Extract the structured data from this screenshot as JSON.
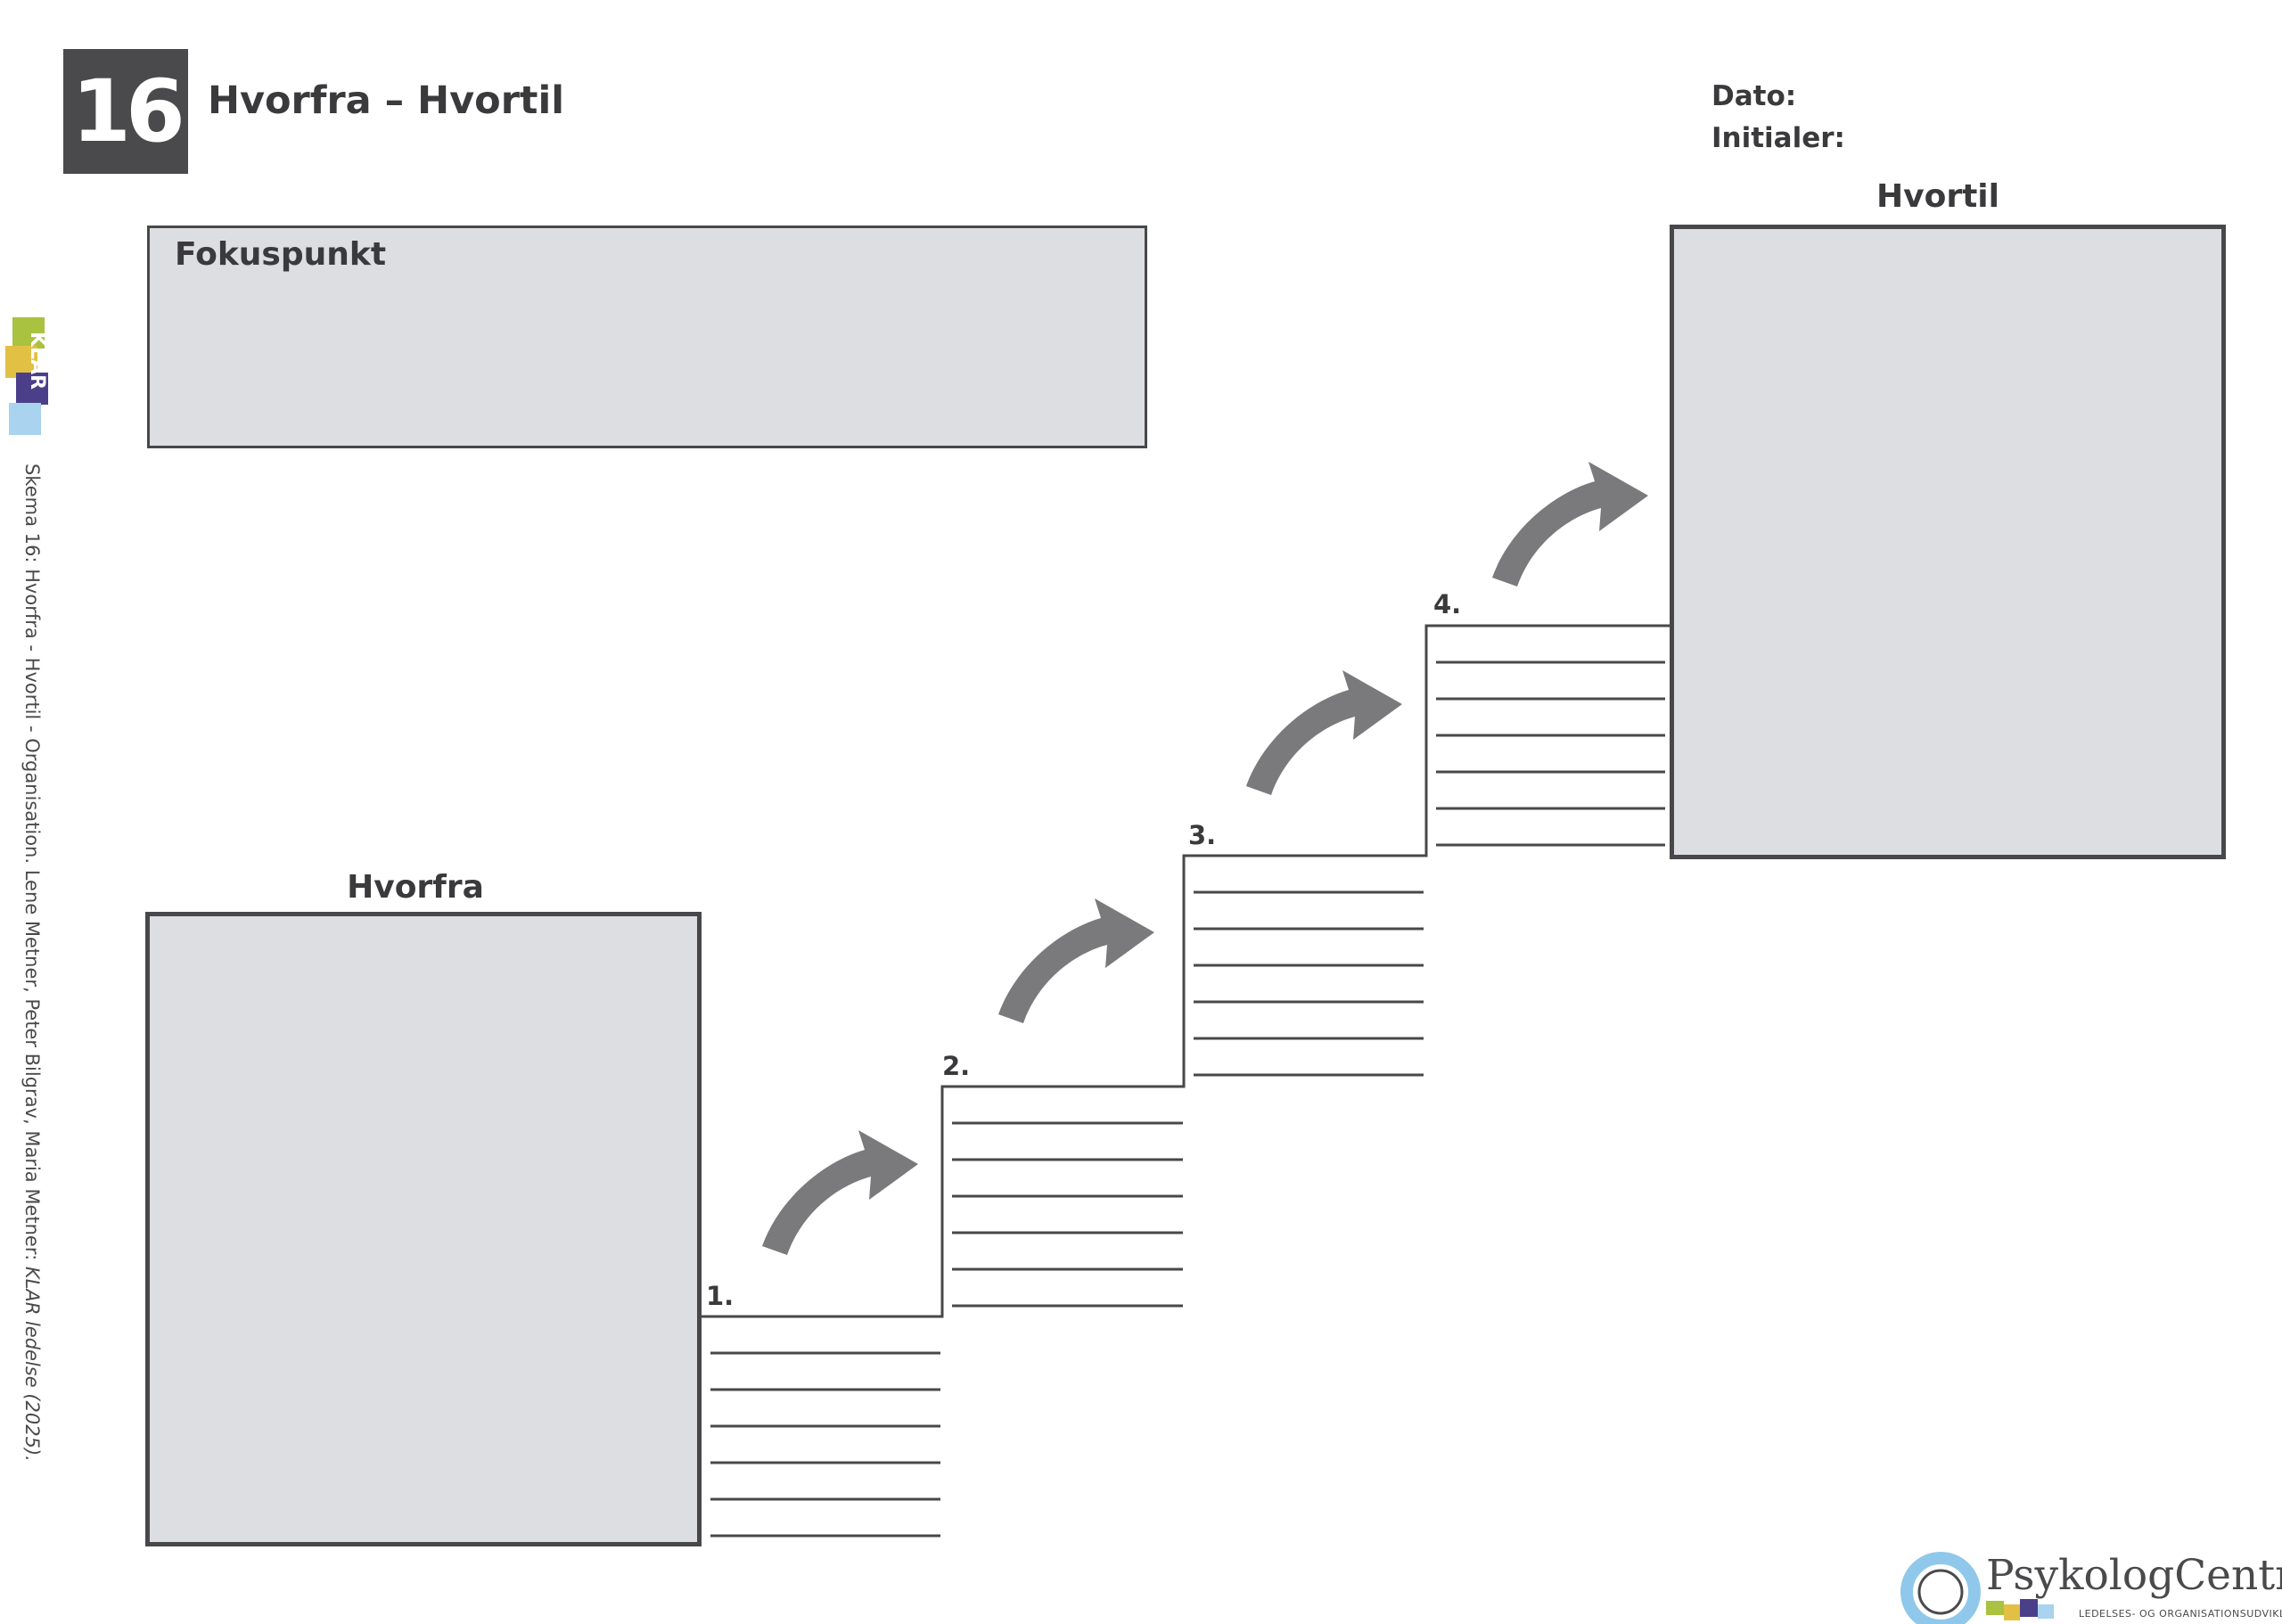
{
  "header": {
    "number": "16",
    "title": "Hvorfra – Hvortil",
    "date_label": "Dato:",
    "initials_label": "Initialer:"
  },
  "focus": {
    "label": "Fokuspunkt"
  },
  "from_box": {
    "heading": "Hvorfra"
  },
  "to_box": {
    "heading": "Hvortil"
  },
  "steps": [
    {
      "label": "1."
    },
    {
      "label": "2."
    },
    {
      "label": "3."
    },
    {
      "label": "4."
    }
  ],
  "sidebar": {
    "logo_text": "KLAR",
    "logo_colors": [
      "#a9c23f",
      "#e2c044",
      "#4b3f8a",
      "#a9d3ee"
    ],
    "credit": "Skema 16: Hvorfra - Hvortil - Organisation. Lene Metner, Peter Bilgrav, Maria Metner: ",
    "citation": "KLAR ledelse (2025)."
  },
  "footer_logo": {
    "name": "PsykologCentret",
    "subtitle": "LEDELSES- OG ORGANISATIONSUDVIKLING",
    "ring_color": "#8fc8ea"
  },
  "colors": {
    "box_fill": "#dddee1",
    "border": "#48484a",
    "arrow": "#7a7a7c",
    "badge": "#4a4a4c"
  }
}
